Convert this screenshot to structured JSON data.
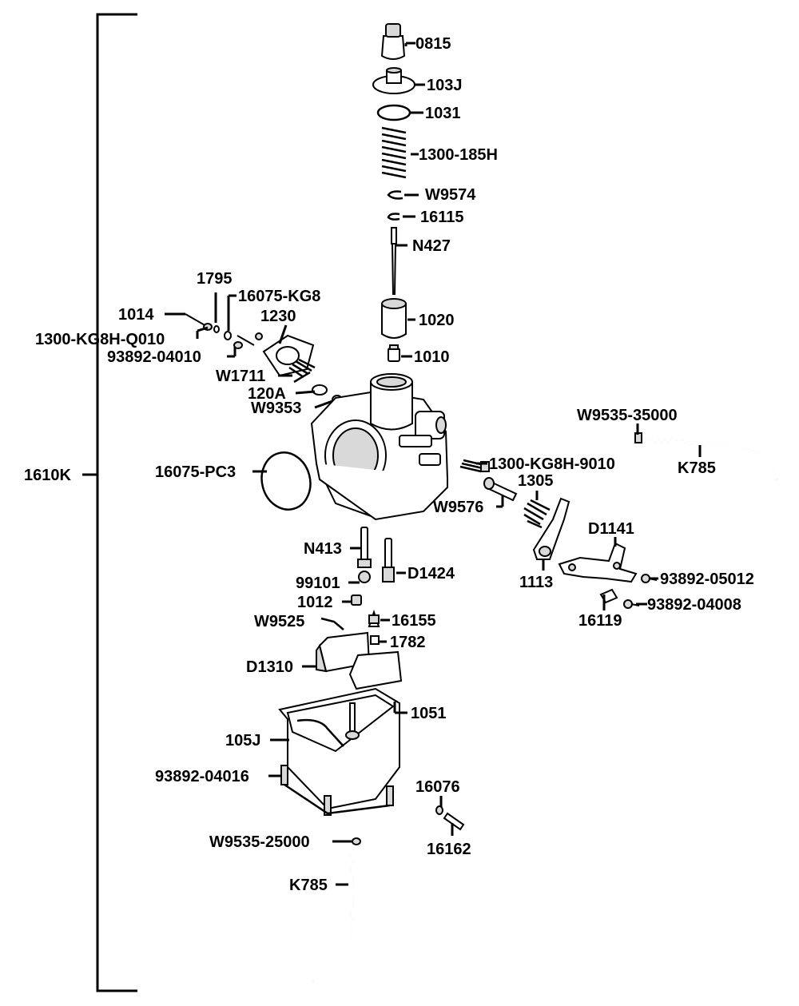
{
  "parts": {
    "p0815": "0815",
    "p103J": "103J",
    "p1031": "1031",
    "p1300_185H": "1300-185H",
    "pW9574": "W9574",
    "p16115": "16115",
    "pN427": "N427",
    "p1020": "1020",
    "p1010": "1010",
    "p1795": "1795",
    "p16075_KG8": "16075-KG8",
    "p1014": "1014",
    "p1230": "1230",
    "p1300_KG8H_Q010": "1300-KG8H-Q010",
    "p93892_04010": "93892-04010",
    "pW1711": "W1711",
    "p120A": "120A",
    "pW9353": "W9353",
    "pW9535_35000": "W9535-35000",
    "pK785_upper": "K785",
    "p1610K": "1610K",
    "p16075_PC3": "16075-PC3",
    "p1300_KG8H_9010": "1300-KG8H-9010",
    "p1305": "1305",
    "pW9576": "W9576",
    "pD1141": "D1141",
    "pN413": "N413",
    "pD1424": "D1424",
    "p99101": "99101",
    "p1113": "1113",
    "p93892_05012": "93892-05012",
    "p1012": "1012",
    "p93892_04008": "93892-04008",
    "p16119": "16119",
    "pW9525": "W9525",
    "p16155": "16155",
    "p1782": "1782",
    "pD1310": "D1310",
    "p1051": "1051",
    "p105J": "105J",
    "p93892_04016": "93892-04016",
    "p16076": "16076",
    "pW9535_25000": "W9535-25000",
    "p16162": "16162",
    "pK785_lower": "K785"
  }
}
